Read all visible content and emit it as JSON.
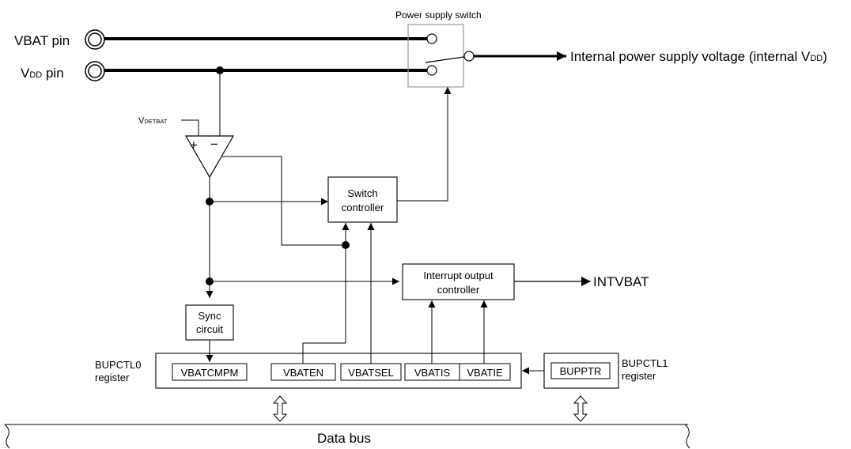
{
  "pins": {
    "vbat": "VBAT pin",
    "vdd_main": "V",
    "vdd_sub": "DD",
    "vdd_suffix": " pin"
  },
  "switch": {
    "title": "Power supply switch"
  },
  "output": {
    "label_main": "Internal power supply voltage (internal V",
    "label_sub": "DD",
    "label_end": ")"
  },
  "comparator": {
    "ref_main": "V",
    "ref_sub": "DETBAT",
    "plus": "+",
    "minus": "−"
  },
  "blocks": {
    "switch_controller": [
      "Switch",
      "controller"
    ],
    "interrupt_controller": [
      "Interrupt output",
      "controller"
    ],
    "sync_circuit": [
      "Sync",
      "circuit"
    ]
  },
  "interrupt_signal": "INTVBAT",
  "registers": {
    "bupctl0": {
      "name": [
        "BUPCTL0",
        "register"
      ],
      "bits": [
        "VBATCMPM",
        "VBATEN",
        "VBATSEL",
        "VBATIS",
        "VBATIE"
      ]
    },
    "bupctl1": {
      "name": [
        "BUPCTL1",
        "register"
      ],
      "bits": [
        "BUPPTR"
      ]
    }
  },
  "data_bus": "Data bus"
}
